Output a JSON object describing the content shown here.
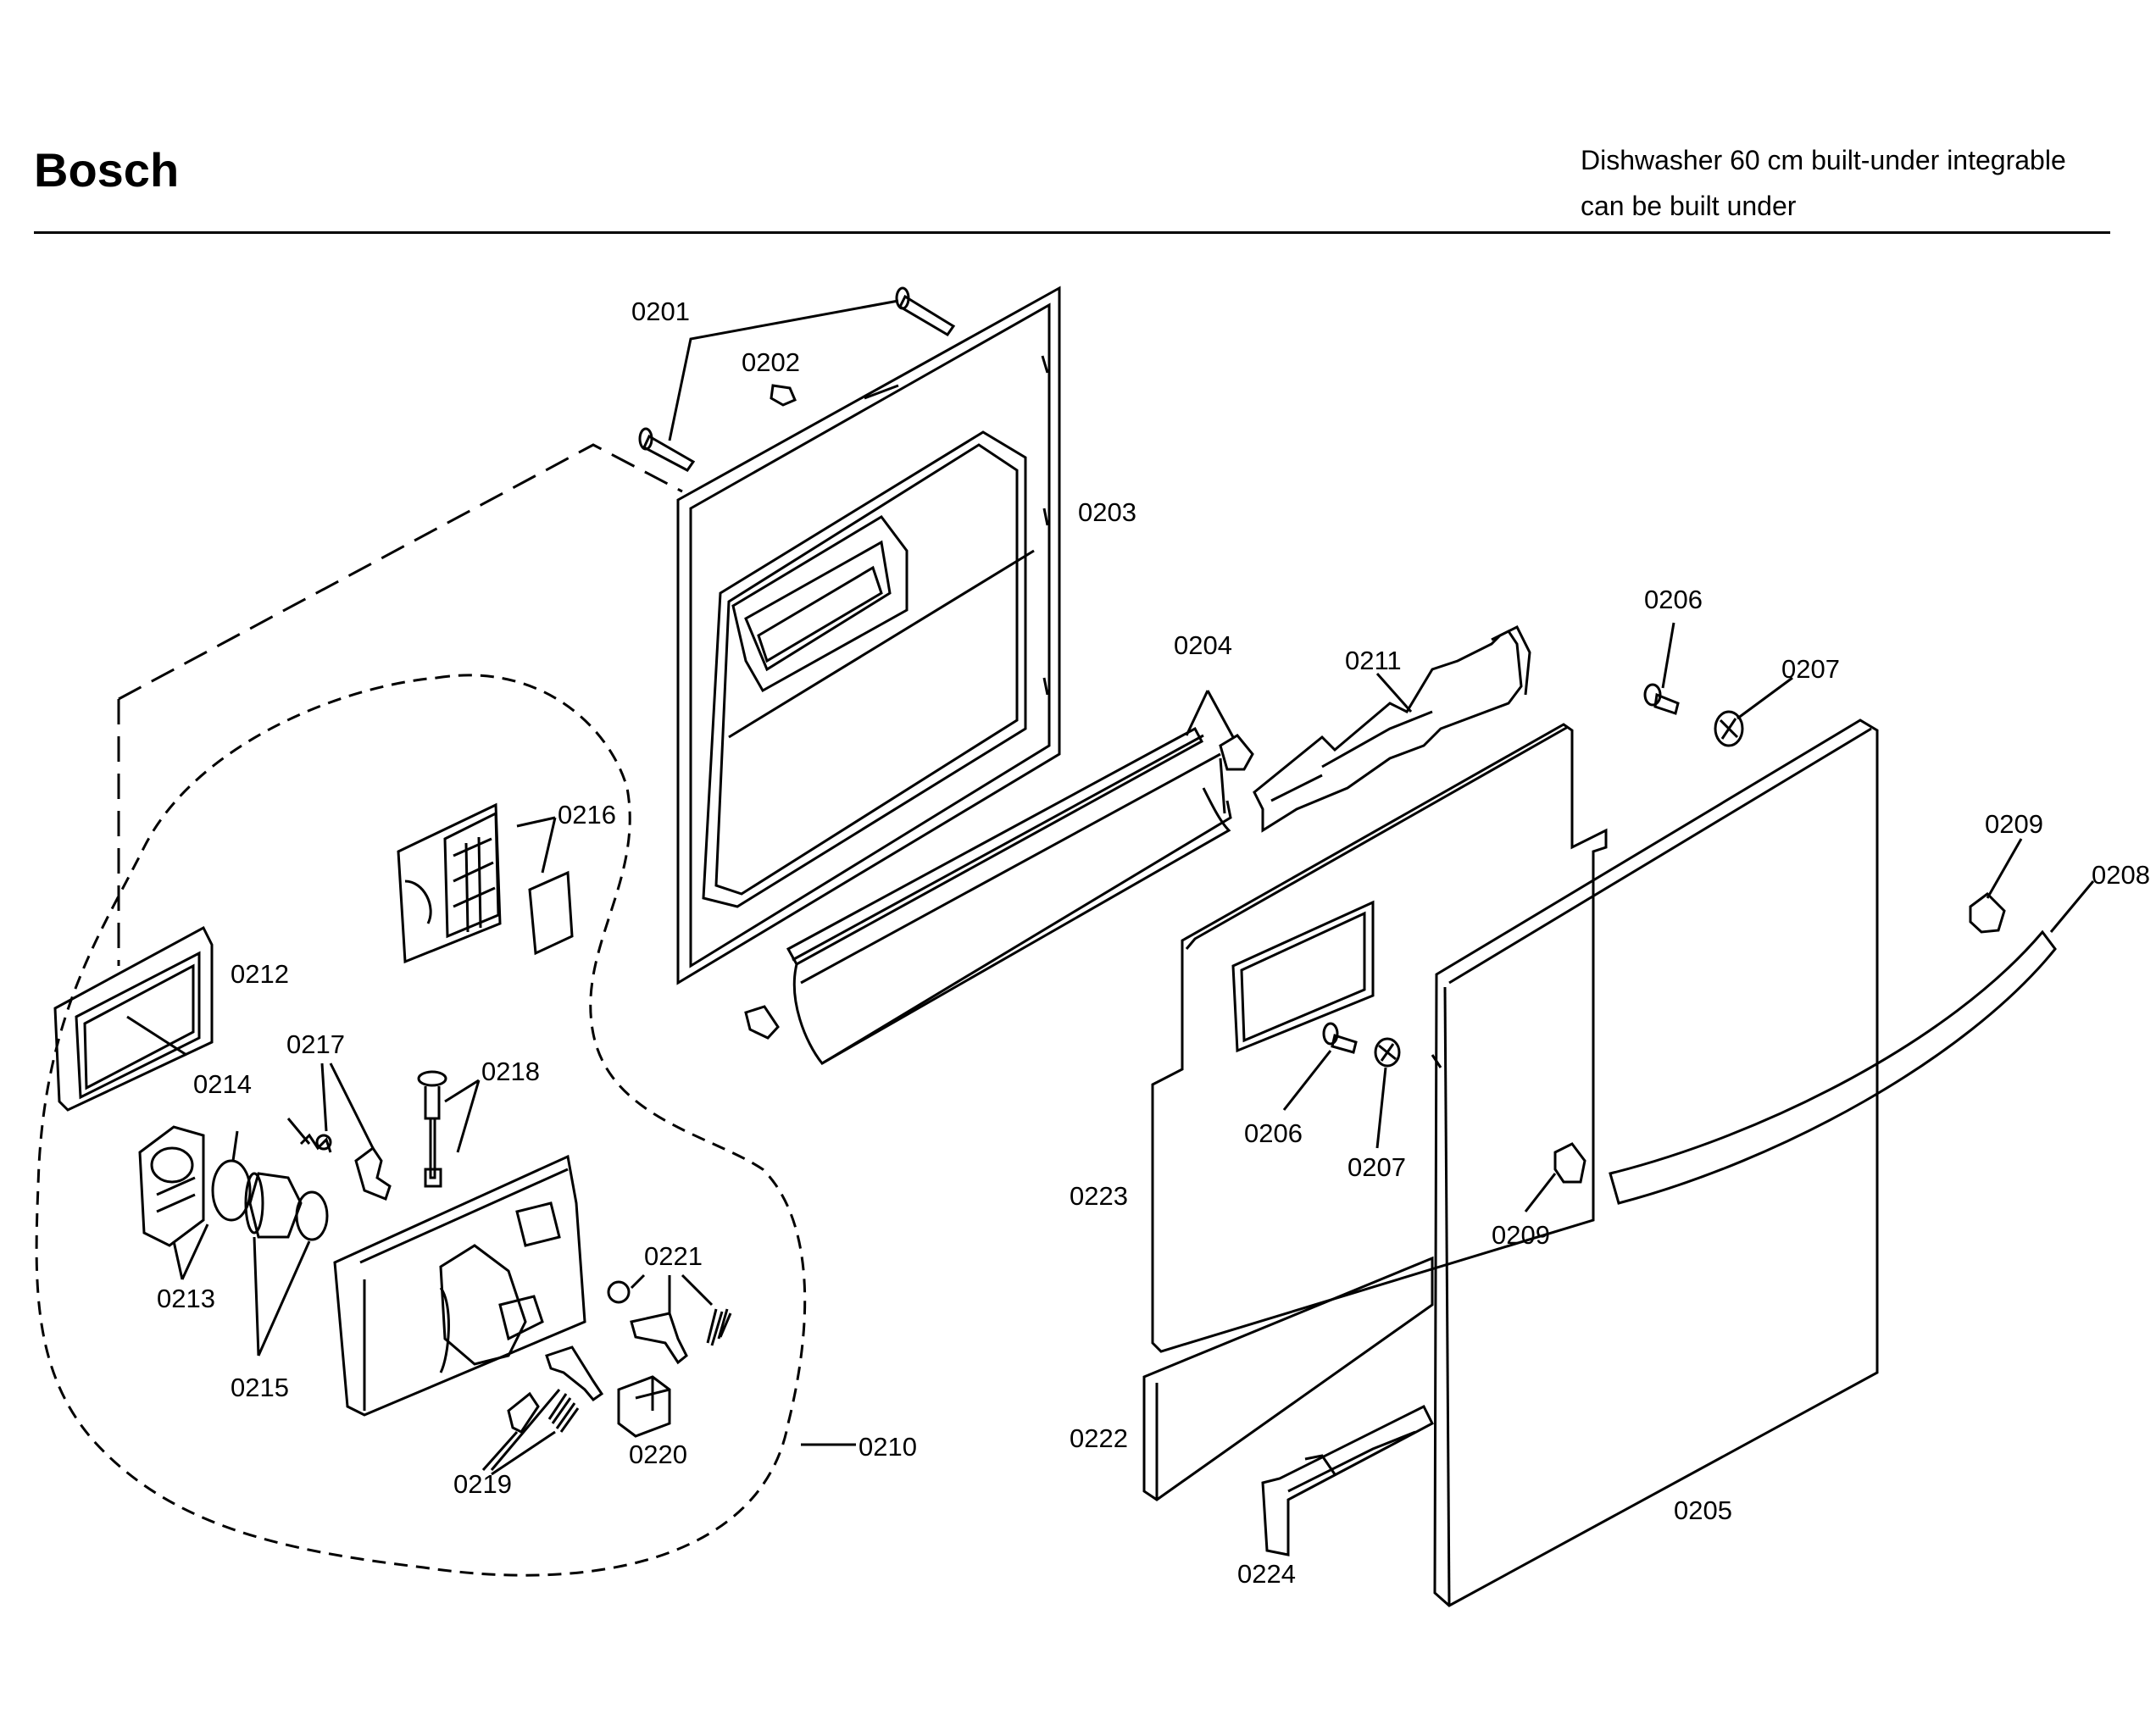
{
  "header": {
    "brand": "Bosch",
    "description_line1": "Dishwasher 60 cm built-under integrable",
    "description_line2": "can be built under"
  },
  "diagram": {
    "labels": [
      "0201",
      "0202",
      "0203",
      "0204",
      "0205",
      "0206",
      "0207",
      "0208",
      "0209",
      "0210",
      "0211",
      "0212",
      "0213",
      "0214",
      "0215",
      "0216",
      "0217",
      "0218",
      "0219",
      "0220",
      "0221",
      "0222",
      "0223",
      "0224"
    ],
    "repeat_labels": [
      "0206",
      "0207",
      "0209"
    ]
  }
}
